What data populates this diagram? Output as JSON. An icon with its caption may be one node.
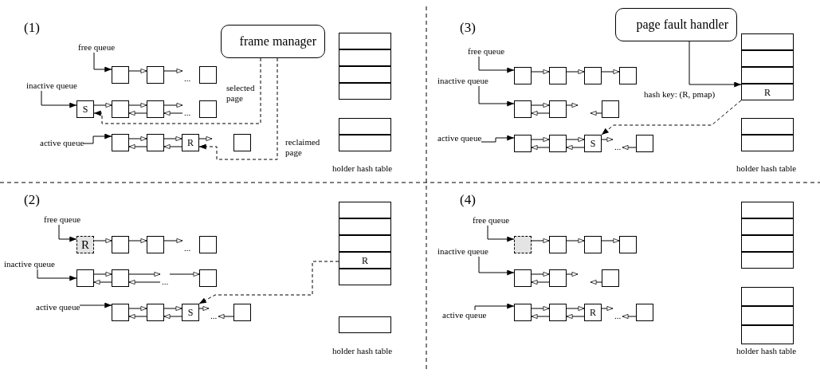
{
  "diagram": {
    "nodes": [
      {
        "text": [
          "frame manager"
        ]
      },
      {
        "text": [
          "free queue"
        ]
      },
      {
        "text": [],
        "shape": "box"
      },
      {
        "text": [],
        "shape": "box"
      },
      {
        "text": [],
        "shape": "box"
      },
      {
        "text": [
          "inactive queue"
        ]
      },
      {
        "text": [
          "S"
        ]
      },
      {
        "text": [],
        "shape": "box"
      },
      {
        "text": [],
        "shape": "box"
      },
      {
        "text": [],
        "shape": "box"
      },
      {
        "text": [
          "active queue"
        ]
      },
      {
        "text": [],
        "shape": "box"
      },
      {
        "text": [],
        "shape": "box"
      },
      {
        "text": [
          "R"
        ]
      },
      {
        "text": [],
        "shape": "box"
      },
      {
        "text": [],
        "shape": "box"
      },
      {
        "text": [],
        "shape": "box"
      },
      {
        "text": [],
        "shape": "box"
      },
      {
        "text": [],
        "shape": "box"
      },
      {
        "text": [],
        "shape": "box"
      },
      {
        "text": [],
        "shape": "box"
      },
      {
        "text": [
          "page fault handler"
        ]
      },
      {
        "text": [
          "free queue"
        ]
      },
      {
        "text": [],
        "shape": "box"
      },
      {
        "text": [],
        "shape": "box"
      },
      {
        "text": [],
        "shape": "box"
      },
      {
        "text": [],
        "shape": "box"
      },
      {
        "text": [
          "inactive queue"
        ]
      },
      {
        "text": [],
        "shape": "box"
      },
      {
        "text": [],
        "shape": "box"
      },
      {
        "text": [],
        "shape": "box"
      },
      {
        "text": [
          "active queue"
        ]
      },
      {
        "text": [],
        "shape": "box"
      },
      {
        "text": [],
        "shape": "box"
      },
      {
        "text": [
          "S"
        ]
      },
      {
        "text": [],
        "shape": "box"
      },
      {
        "text": [],
        "shape": "box"
      },
      {
        "text": [],
        "shape": "box"
      },
      {
        "text": [],
        "shape": "box"
      },
      {
        "text": [
          "R"
        ]
      },
      {
        "text": [],
        "shape": "box"
      },
      {
        "text": [],
        "shape": "box"
      },
      {
        "text": [
          "free queue"
        ]
      },
      {
        "text": [
          "R"
        ]
      },
      {
        "text": [],
        "shape": "box"
      },
      {
        "text": [],
        "shape": "box"
      },
      {
        "text": [],
        "shape": "box"
      },
      {
        "text": [
          "inactive queue"
        ]
      },
      {
        "text": [],
        "shape": "box"
      },
      {
        "text": [],
        "shape": "box"
      },
      {
        "text": [],
        "shape": "box"
      },
      {
        "text": [
          "active queue"
        ]
      },
      {
        "text": [],
        "shape": "box"
      },
      {
        "text": [],
        "shape": "box"
      },
      {
        "text": [
          "S"
        ]
      },
      {
        "text": [],
        "shape": "box"
      },
      {
        "text": [],
        "shape": "box"
      },
      {
        "text": [],
        "shape": "box"
      },
      {
        "text": [],
        "shape": "box"
      },
      {
        "text": [
          "R"
        ]
      },
      {
        "text": [],
        "shape": "box"
      },
      {
        "text": [],
        "shape": "box"
      },
      {
        "text": [
          "free queue"
        ]
      },
      {
        "text": [],
        "shape": "box"
      },
      {
        "text": [],
        "shape": "box"
      },
      {
        "text": [],
        "shape": "box"
      },
      {
        "text": [],
        "shape": "box"
      },
      {
        "text": [
          "inactive queue"
        ]
      },
      {
        "text": [],
        "shape": "box"
      },
      {
        "text": [],
        "shape": "box"
      },
      {
        "text": [],
        "shape": "box"
      },
      {
        "text": [
          "active queue"
        ]
      },
      {
        "text": [],
        "shape": "box"
      },
      {
        "text": [],
        "shape": "box"
      },
      {
        "text": [
          "R"
        ]
      },
      {
        "text": [],
        "shape": "box"
      },
      {
        "text": [],
        "shape": "box"
      },
      {
        "text": [],
        "shape": "box"
      },
      {
        "text": [],
        "shape": "box"
      },
      {
        "text": [],
        "shape": "box"
      },
      {
        "text": [],
        "shape": "box"
      },
      {
        "text": [],
        "shape": "box"
      },
      {
        "text": [],
        "shape": "box"
      },
      {
        "text": [
          "..."
        ]
      },
      {
        "text": [
          "..."
        ]
      },
      {
        "text": [
          "..."
        ]
      },
      {
        "text": [
          "..."
        ]
      },
      {
        "text": [
          "..."
        ]
      },
      {
        "text": [
          "..."
        ]
      },
      {
        "text": [
          "..."
        ]
      }
    ],
    "edges": [
      {
        "from": 1,
        "to": 2,
        "arrow": "to"
      },
      {
        "from": 2,
        "to": 3,
        "arrow": "to"
      },
      {
        "from": 3,
        "to": 83,
        "arrow": "to"
      },
      {
        "from": 5,
        "to": 6,
        "arrow": "to"
      },
      {
        "from": 6,
        "to": 7,
        "arrow": "to"
      },
      {
        "from": 7,
        "to": 8,
        "arrow": "to"
      },
      {
        "from": 8,
        "to": 84,
        "arrow": "to"
      },
      {
        "from": 8,
        "to": 7,
        "arrow": "to"
      },
      {
        "from": 84,
        "to": 8,
        "arrow": "to"
      },
      {
        "from": 0,
        "to": 6,
        "arrow": "to",
        "label": "selected page",
        "style": "dashed"
      },
      {
        "from": 10,
        "to": 11,
        "arrow": "to"
      },
      {
        "from": 11,
        "to": 12,
        "arrow": "to"
      },
      {
        "from": 12,
        "to": 13,
        "arrow": "to"
      },
      {
        "from": 13,
        "to": null,
        "arrow": "to"
      },
      {
        "from": 12,
        "to": 11,
        "arrow": "to"
      },
      {
        "from": 13,
        "to": 12,
        "arrow": "to"
      },
      {
        "from": 0,
        "to": 13,
        "arrow": "to",
        "label": "reclaimed page",
        "style": "dashed"
      },
      {
        "from": 22,
        "to": 23,
        "arrow": "to"
      },
      {
        "from": 23,
        "to": 24,
        "arrow": "to"
      },
      {
        "from": 24,
        "to": 25,
        "arrow": "to"
      },
      {
        "from": 25,
        "to": 26,
        "arrow": "to"
      },
      {
        "from": 27,
        "to": 28,
        "arrow": "to"
      },
      {
        "from": 28,
        "to": 29,
        "arrow": "to"
      },
      {
        "from": 29,
        "to": null,
        "arrow": "to"
      },
      {
        "from": 29,
        "to": 28,
        "arrow": "to"
      },
      {
        "from": 30,
        "to": null,
        "arrow": "to"
      },
      {
        "from": 31,
        "to": 32,
        "arrow": "to"
      },
      {
        "from": 32,
        "to": 33,
        "arrow": "to"
      },
      {
        "from": 33,
        "to": 34,
        "arrow": "to"
      },
      {
        "from": 34,
        "to": 85,
        "arrow": "to"
      },
      {
        "from": 33,
        "to": 32,
        "arrow": "to"
      },
      {
        "from": 34,
        "to": 33,
        "arrow": "to"
      },
      {
        "from": 35,
        "to": 85,
        "arrow": "to"
      },
      {
        "from": 21,
        "to": 39,
        "arrow": "to",
        "label": "hash key: (R, pmap)"
      },
      {
        "from": 39,
        "to": 34,
        "arrow": "to",
        "style": "dashed"
      },
      {
        "from": 42,
        "to": 43,
        "arrow": "to"
      },
      {
        "from": 43,
        "to": 44,
        "arrow": "to"
      },
      {
        "from": 44,
        "to": 45,
        "arrow": "to"
      },
      {
        "from": 45,
        "to": 86,
        "arrow": "to"
      },
      {
        "from": 47,
        "to": 48,
        "arrow": "to"
      },
      {
        "from": 48,
        "to": 49,
        "arrow": "to"
      },
      {
        "from": 49,
        "to": 87,
        "arrow": "to"
      },
      {
        "from": 87,
        "to": 50,
        "arrow": "to"
      },
      {
        "from": 49,
        "to": 48,
        "arrow": "to"
      },
      {
        "from": 87,
        "to": 49,
        "arrow": "to"
      },
      {
        "from": 51,
        "to": 52,
        "arrow": "to"
      },
      {
        "from": 52,
        "to": 53,
        "arrow": "to"
      },
      {
        "from": 53,
        "to": 54,
        "arrow": "to"
      },
      {
        "from": 54,
        "to": 88,
        "arrow": "to"
      },
      {
        "from": 53,
        "to": 52,
        "arrow": "to"
      },
      {
        "from": 54,
        "to": 53,
        "arrow": "to"
      },
      {
        "from": 55,
        "to": 88,
        "arrow": "to"
      },
      {
        "from": 59,
        "to": 54,
        "arrow": "to",
        "style": "dashed"
      },
      {
        "from": 62,
        "to": 63,
        "arrow": "to"
      },
      {
        "from": 63,
        "to": 64,
        "arrow": "to"
      },
      {
        "from": 64,
        "to": 65,
        "arrow": "to"
      },
      {
        "from": 65,
        "to": 66,
        "arrow": "to"
      },
      {
        "from": 67,
        "to": 68,
        "arrow": "to"
      },
      {
        "from": 68,
        "to": 69,
        "arrow": "to"
      },
      {
        "from": 69,
        "to": null,
        "arrow": "to"
      },
      {
        "from": 69,
        "to": 68,
        "arrow": "to"
      },
      {
        "from": 70,
        "to": null,
        "arrow": "to"
      },
      {
        "from": 71,
        "to": 72,
        "arrow": "to"
      },
      {
        "from": 72,
        "to": 73,
        "arrow": "to"
      },
      {
        "from": 73,
        "to": 74,
        "arrow": "to"
      },
      {
        "from": 74,
        "to": 89,
        "arrow": "to"
      },
      {
        "from": 73,
        "to": 72,
        "arrow": "to"
      },
      {
        "from": 74,
        "to": 73,
        "arrow": "to"
      },
      {
        "from": 75,
        "to": 89,
        "arrow": "to"
      }
    ],
    "labels": [
      "(1)",
      "holder hash table",
      "(3)",
      "holder hash table",
      "(2)",
      "holder hash table",
      "(4)",
      "holder hash table"
    ]
  }
}
